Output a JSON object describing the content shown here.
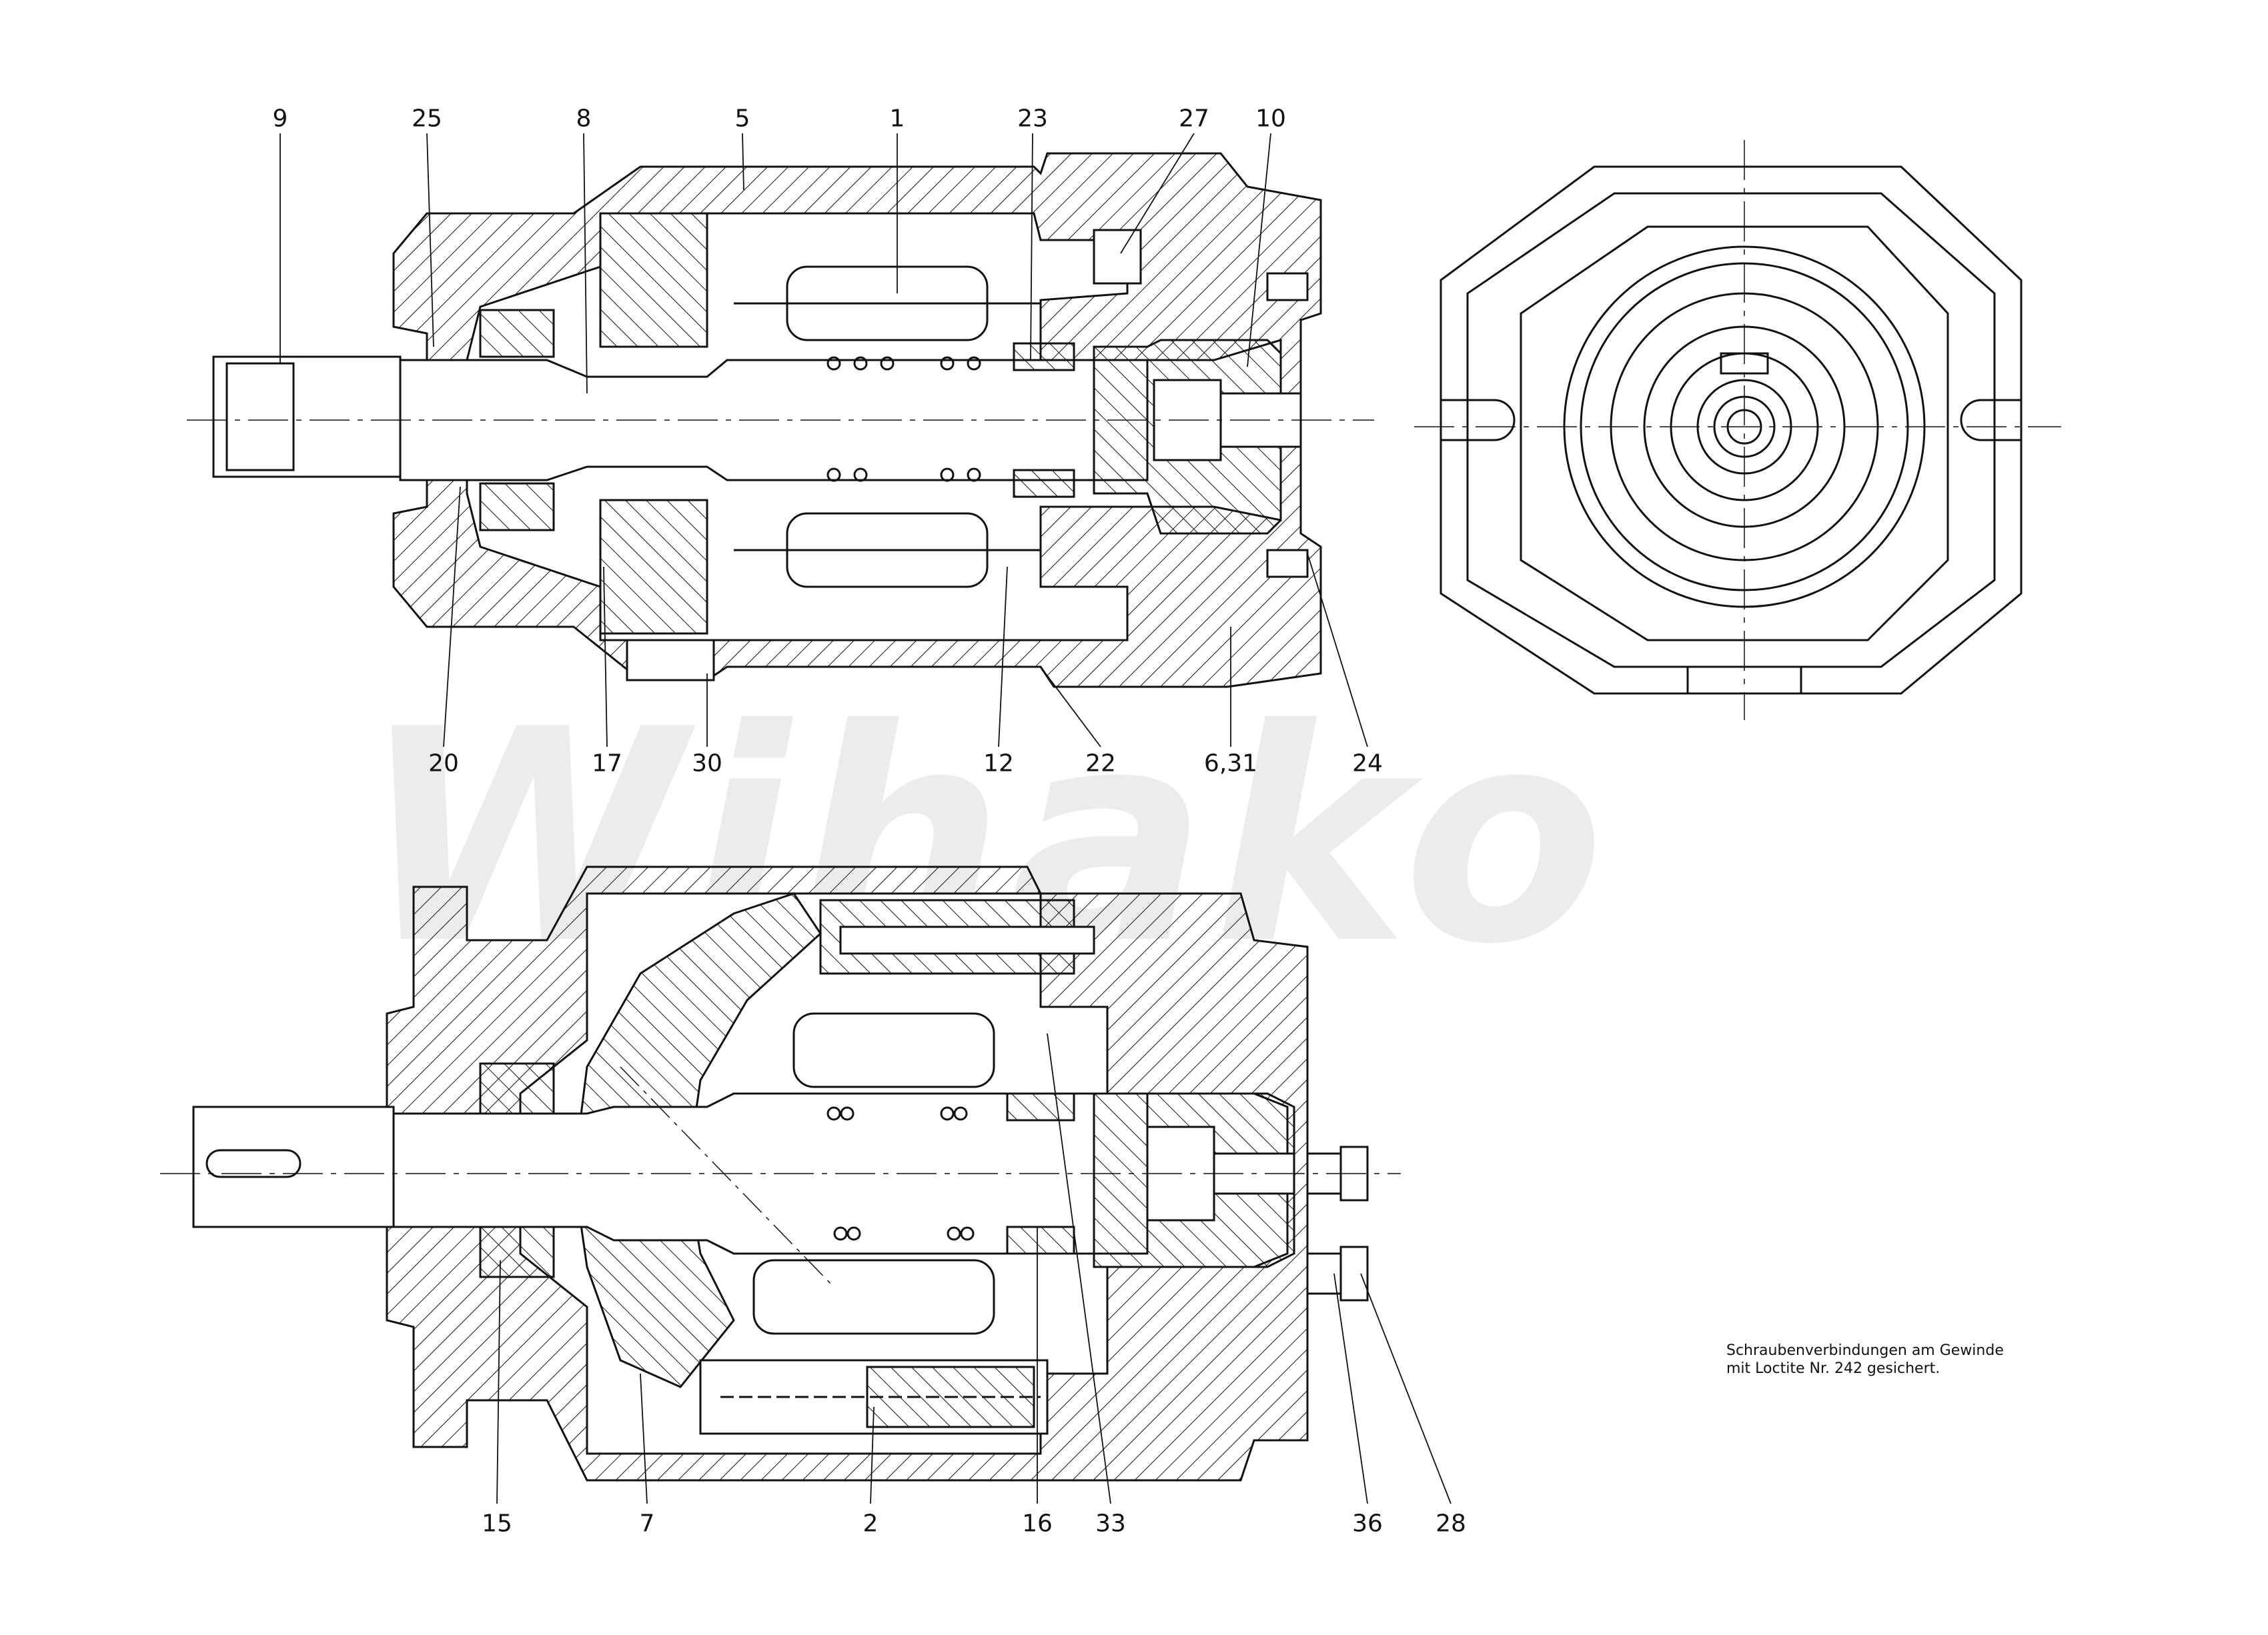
{
  "watermark": "Wihako",
  "note": {
    "line1": "Schraubenverbindungen am Gewinde",
    "line2": "mit Loctite Nr. 242 gesichert."
  },
  "callouts_top": [
    "9",
    "25",
    "8",
    "5",
    "1",
    "23",
    "27",
    "10",
    "20",
    "17",
    "30",
    "12",
    "22",
    "6,31",
    "24"
  ],
  "callouts_bottom": [
    "15",
    "7",
    "2",
    "16",
    "33",
    "36",
    "28"
  ],
  "colors": {
    "line": "#111111",
    "watermark": "#ececec",
    "background": "#ffffff"
  }
}
